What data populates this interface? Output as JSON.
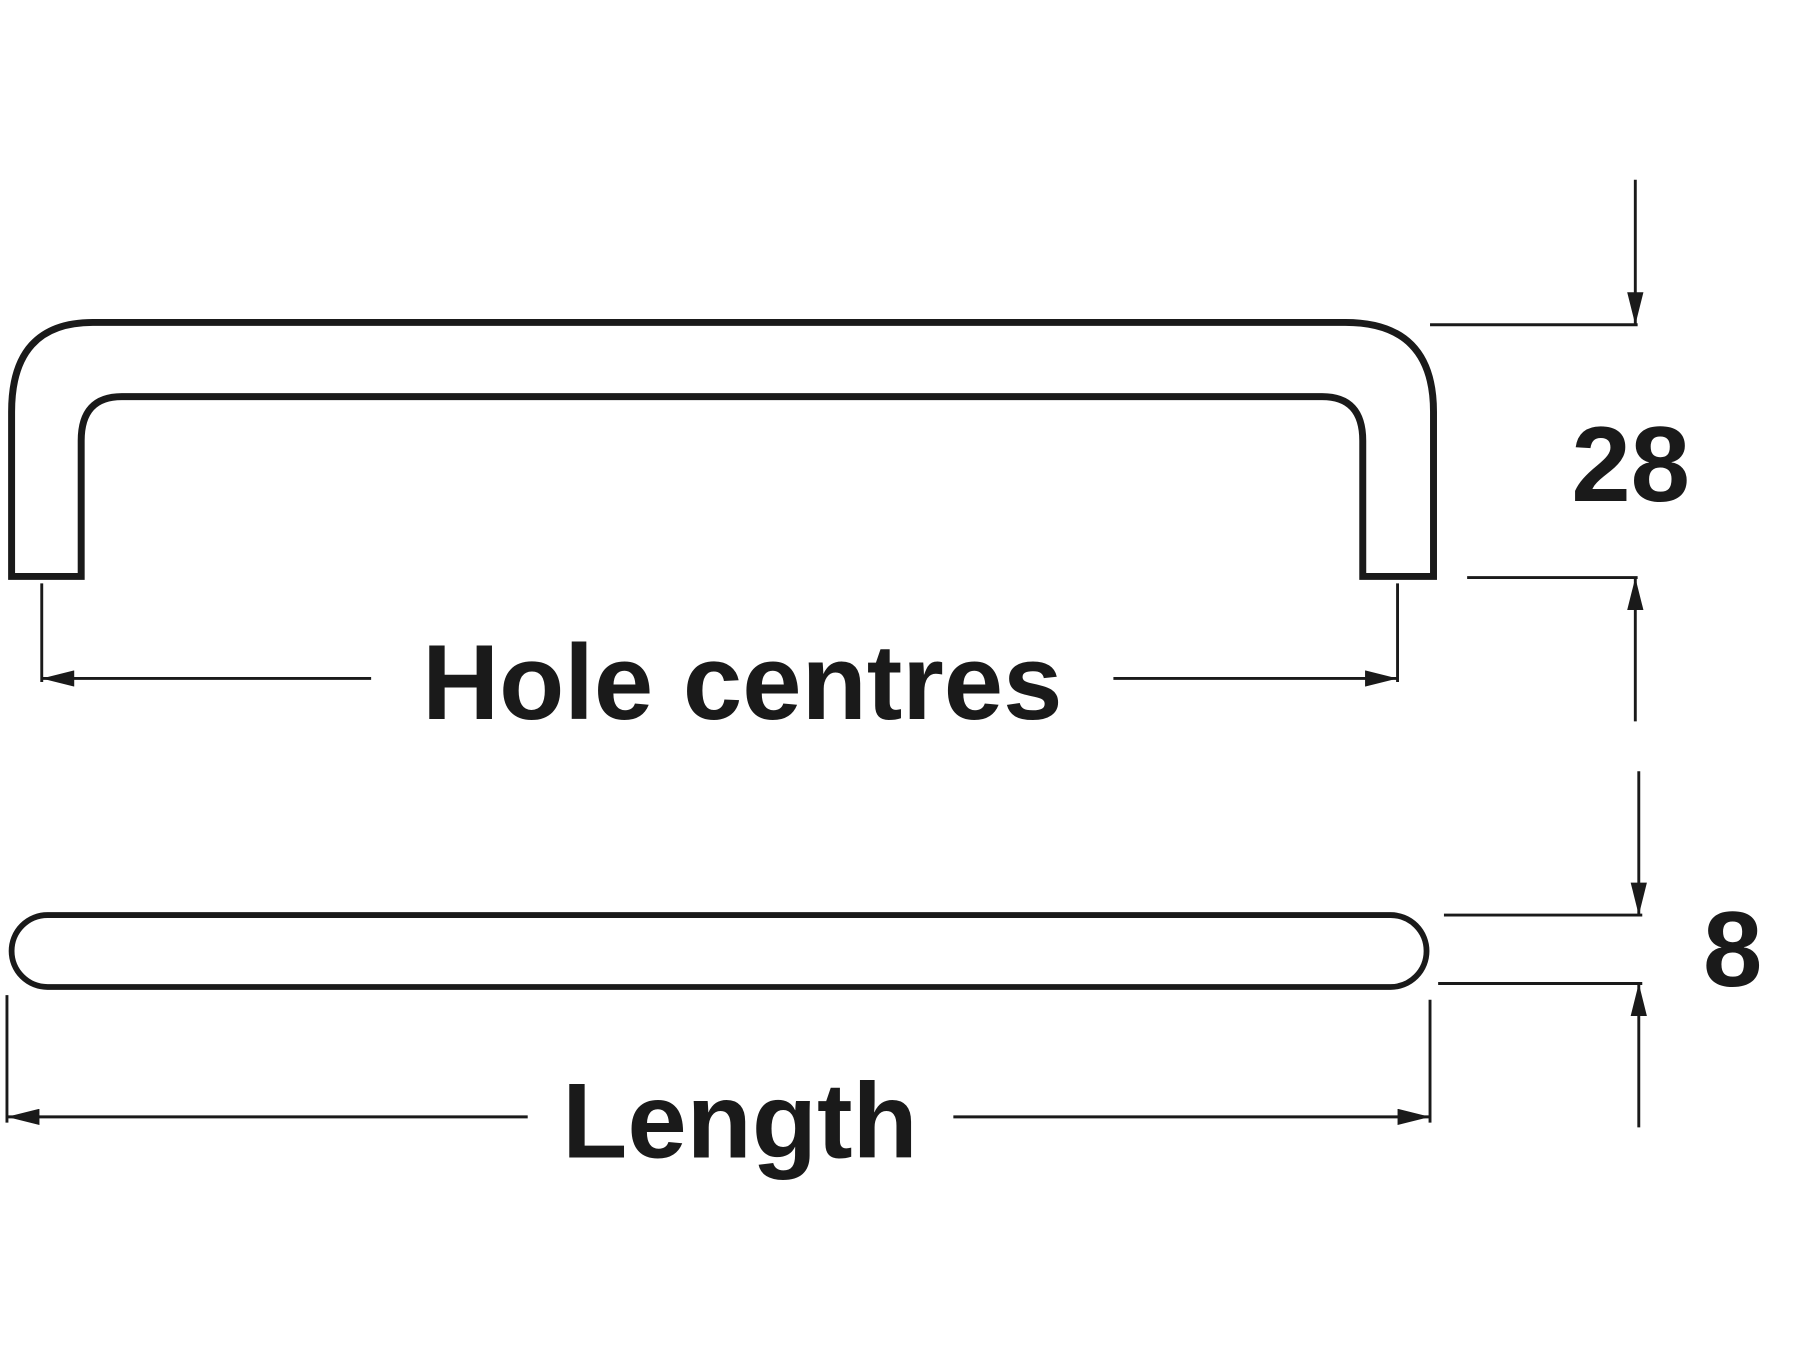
{
  "labels": {
    "hole_centres": "Hole centres",
    "length": "Length",
    "height": "28",
    "thickness": "8"
  },
  "colors": {
    "line": "#1a1a1a",
    "background": "#ffffff"
  }
}
